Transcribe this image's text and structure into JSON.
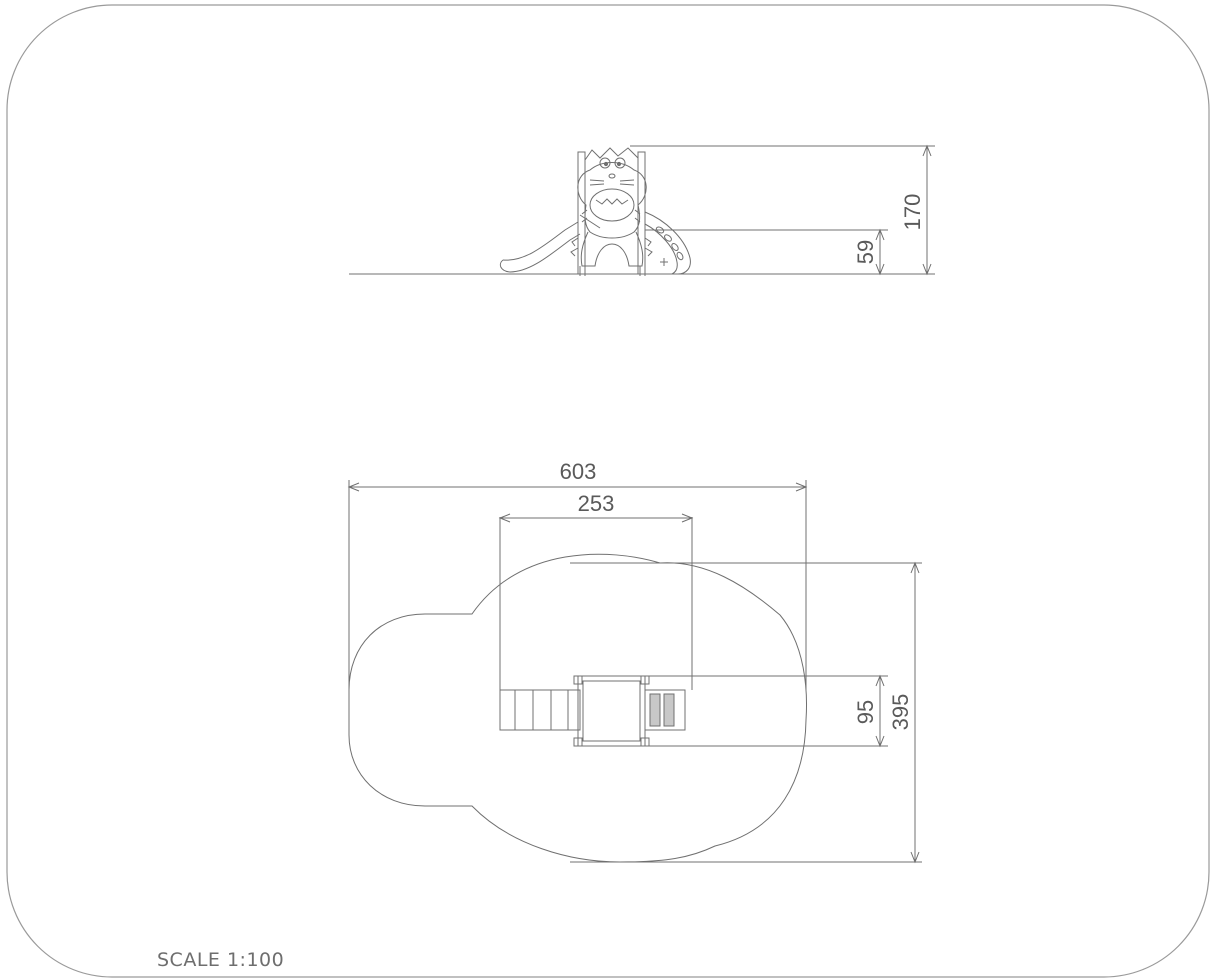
{
  "drawing": {
    "scale_label": "SCALE 1:100",
    "side_view": {
      "dimensions": {
        "total_height": "170",
        "platform_height": "59"
      }
    },
    "plan_view": {
      "dimensions": {
        "overall_length": "603",
        "structure_length": "253",
        "platform_depth": "95",
        "overall_width": "395"
      }
    },
    "colors": {
      "line": "#707070",
      "dimension": "#606060",
      "frame": "#9a9a9a"
    }
  }
}
